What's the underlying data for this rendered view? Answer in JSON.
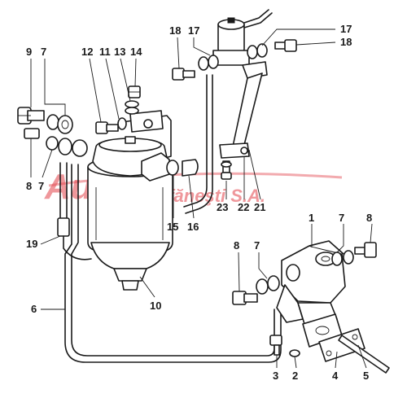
{
  "watermark": {
    "line1": "Auto",
    "line2": "Ştefăneşti S.A.",
    "color": "#e2434b"
  },
  "callouts": [
    {
      "id": "c9a",
      "text": "9"
    },
    {
      "id": "c7a",
      "text": "7"
    },
    {
      "id": "c8a",
      "text": "8"
    },
    {
      "id": "c7b",
      "text": "7"
    },
    {
      "id": "c12",
      "text": "12"
    },
    {
      "id": "c11",
      "text": "11"
    },
    {
      "id": "c13",
      "text": "13"
    },
    {
      "id": "c14",
      "text": "14"
    },
    {
      "id": "c18a",
      "text": "18"
    },
    {
      "id": "c17a",
      "text": "17"
    },
    {
      "id": "c17b",
      "text": "17"
    },
    {
      "id": "c18b",
      "text": "18"
    },
    {
      "id": "c23",
      "text": "23"
    },
    {
      "id": "c22",
      "text": "22"
    },
    {
      "id": "c21",
      "text": "21"
    },
    {
      "id": "c15",
      "text": "15"
    },
    {
      "id": "c16",
      "text": "16"
    },
    {
      "id": "c19",
      "text": "19"
    },
    {
      "id": "c6",
      "text": "6"
    },
    {
      "id": "c10",
      "text": "10"
    },
    {
      "id": "c1",
      "text": "1"
    },
    {
      "id": "c7c",
      "text": "7"
    },
    {
      "id": "c8b",
      "text": "8"
    },
    {
      "id": "c8c",
      "text": "8"
    },
    {
      "id": "c7d",
      "text": "7"
    },
    {
      "id": "c3",
      "text": "3"
    },
    {
      "id": "c2",
      "text": "2"
    },
    {
      "id": "c4",
      "text": "4"
    },
    {
      "id": "c5",
      "text": "5"
    }
  ]
}
